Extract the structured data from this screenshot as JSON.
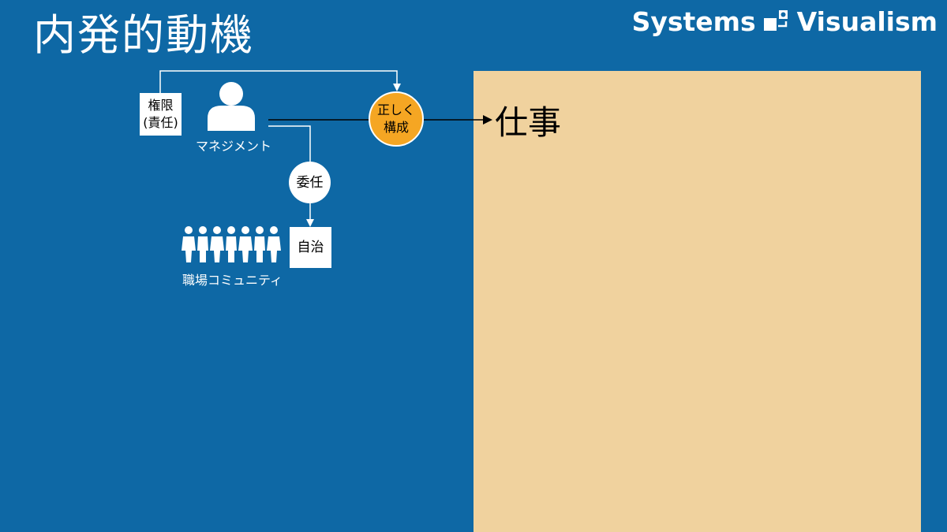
{
  "title": "内発的動機",
  "brand": {
    "name_left": "Systems",
    "name_right": "Visualism"
  },
  "diagram": {
    "authority_label": "権限\n(責任)",
    "authority_line1": "権限",
    "authority_line2": "(責任)",
    "management_label": "マネジメント",
    "correct_line1": "正しく",
    "correct_line2": "構成",
    "delegate_label": "委任",
    "autonomy_label": "自治",
    "community_label": "職場コミュニティ",
    "work_label": "仕事"
  },
  "colors": {
    "background": "#0e68a5",
    "panel": "#f0d29e",
    "accent_circle": "#f5a623",
    "white": "#ffffff"
  },
  "icons": [
    "person-icon",
    "group-of-people-icon",
    "systems-visualism-logo"
  ]
}
